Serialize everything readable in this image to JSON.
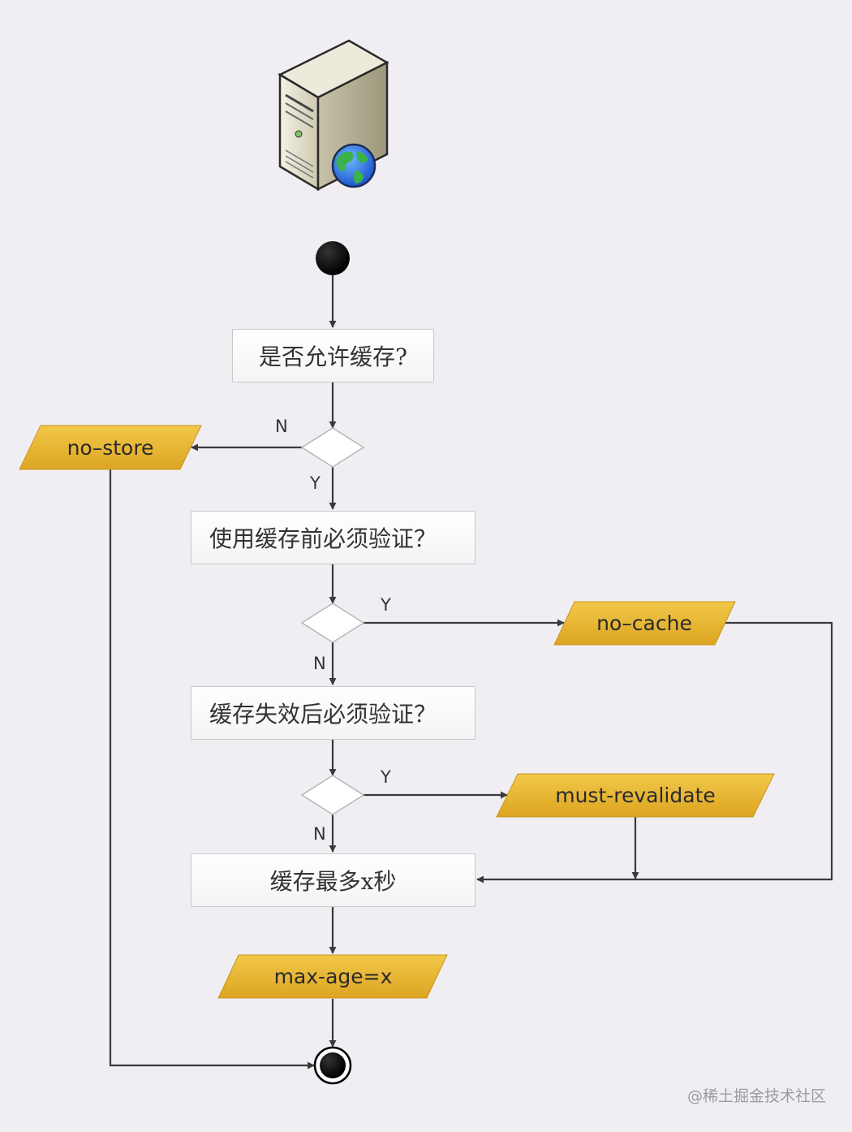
{
  "nodes": {
    "allow_cache": "是否允许缓存?",
    "must_validate_before": "使用缓存前必须验证？",
    "must_validate_after_expire": "缓存失效后必须验证？",
    "cache_max_seconds": "缓存最多x秒"
  },
  "outputs": {
    "no_store": "no–store",
    "no_cache": "no–cache",
    "must_revalidate": "must-revalidate",
    "max_age": "max-age=x"
  },
  "edge_labels": {
    "d1_no": "N",
    "d1_yes": "Y",
    "d2_yes": "Y",
    "d2_no": "N",
    "d3_yes": "Y",
    "d3_no": "N"
  },
  "icons": {
    "server": "server-with-globe-icon"
  },
  "colors": {
    "background": "#f1eef3",
    "parallelogram": "#e8b52e",
    "line": "#3a3a3a"
  },
  "watermark": "@稀土掘金技术社区"
}
